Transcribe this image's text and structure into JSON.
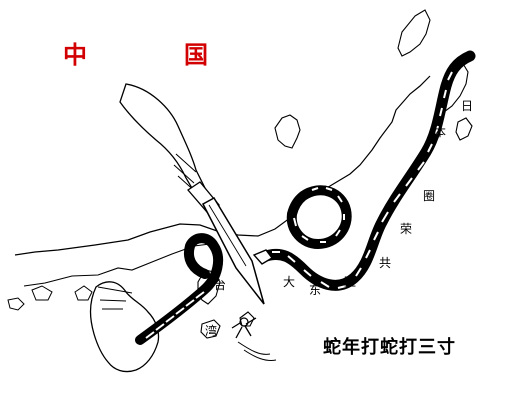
{
  "illustration": {
    "labels": {
      "china_left": "中",
      "china_right": "国",
      "japan_1": "日",
      "japan_2": "本",
      "taiwan_1": "台",
      "taiwan_2": "湾",
      "coalition_1": "圈",
      "coalition_2": "荣",
      "coalition_3": "共",
      "coalition_4": "亚",
      "coalition_5": "东",
      "coalition_6": "大",
      "caption": "蛇年打蛇打三寸"
    },
    "colors": {
      "country_text": "#d20000",
      "ink": "#000000",
      "background": "#ffffff"
    }
  }
}
